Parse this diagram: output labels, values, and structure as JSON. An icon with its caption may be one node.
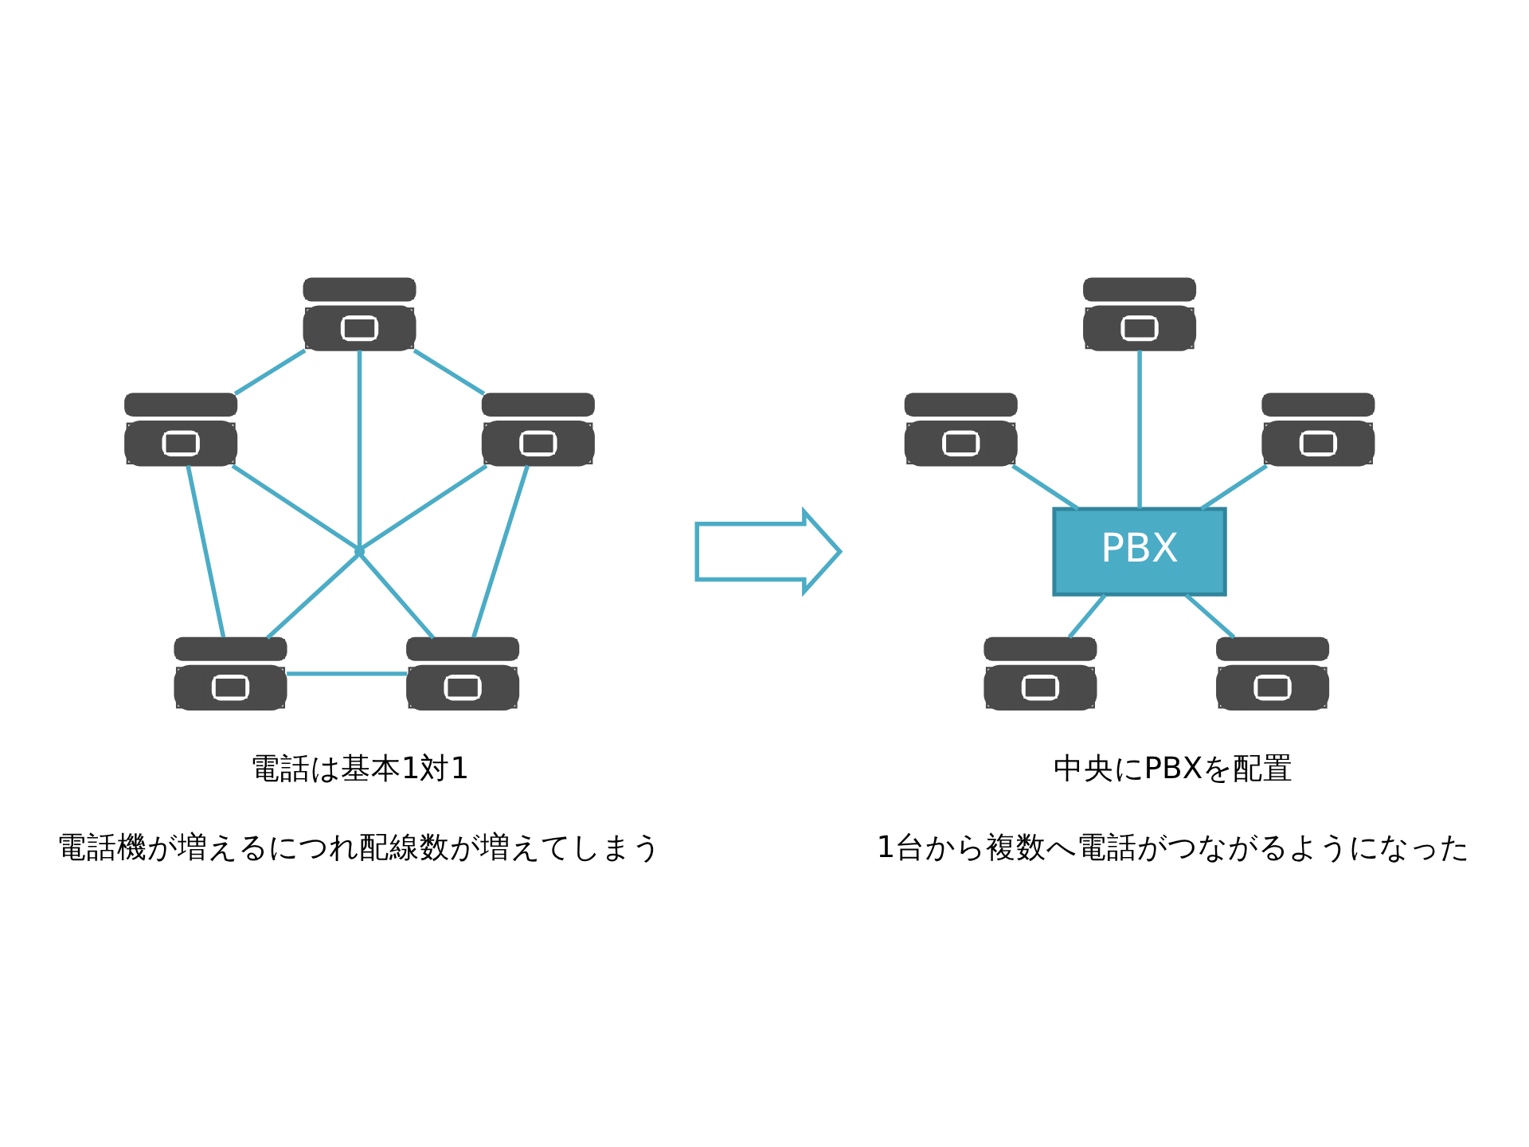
{
  "diagram": {
    "nodes": [
      {
        "text": [],
        "shape": "picture"
      },
      {
        "text": [],
        "shape": "picture"
      },
      {
        "text": [],
        "shape": "picture"
      },
      {
        "text": [],
        "shape": "point"
      },
      {
        "text": [],
        "shape": "picture"
      },
      {
        "text": [],
        "shape": "picture"
      },
      {
        "text": [],
        "shape": "arrow"
      },
      {
        "text": [],
        "shape": "picture"
      },
      {
        "text": [],
        "shape": "picture"
      },
      {
        "text": [
          "PBX"
        ]
      },
      {
        "text": [],
        "shape": "picture"
      },
      {
        "text": [],
        "shape": "picture"
      },
      {
        "text": [],
        "shape": "picture"
      }
    ],
    "edges": [
      {
        "from": 0,
        "to": 1,
        "arrow": "none"
      },
      {
        "from": 0,
        "to": 2,
        "arrow": "none"
      },
      {
        "from": 0,
        "to": 3,
        "arrow": "none"
      },
      {
        "from": 1,
        "to": 3,
        "arrow": "none"
      },
      {
        "from": 2,
        "to": 3,
        "arrow": "none"
      },
      {
        "from": 1,
        "to": 4,
        "arrow": "none"
      },
      {
        "from": 2,
        "to": 5,
        "arrow": "none"
      },
      {
        "from": 3,
        "to": 4,
        "arrow": "none"
      },
      {
        "from": 3,
        "to": 5,
        "arrow": "none"
      },
      {
        "from": 4,
        "to": 5,
        "arrow": "none"
      },
      {
        "from": 7,
        "to": 9,
        "arrow": "none"
      },
      {
        "from": 8,
        "to": 9,
        "arrow": "none"
      },
      {
        "from": 10,
        "to": 9,
        "arrow": "none"
      },
      {
        "from": 9,
        "to": 11,
        "arrow": "none"
      },
      {
        "from": 9,
        "to": 12,
        "arrow": "none"
      }
    ],
    "labels": [
      "電話は基本1対1",
      "電話機が増えるにつれ配線数が増えてしまう",
      "中央にPBXを配置",
      "1台から複数へ電話がつながるようになった"
    ]
  }
}
